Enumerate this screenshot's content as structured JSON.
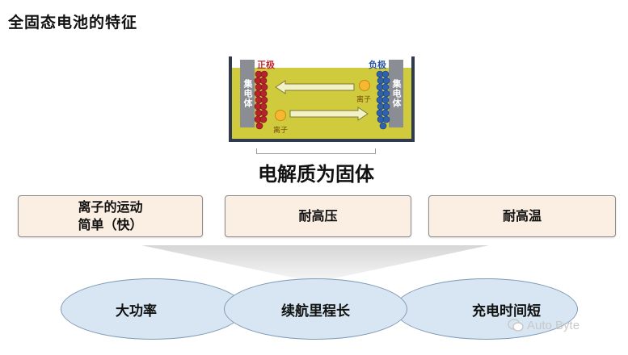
{
  "title": "全固态电池的特征",
  "diagram": {
    "positive_label": "正极",
    "negative_label": "负极",
    "collector_label": "集电体",
    "ion_label": "离子",
    "subtitle": "电解质为固体"
  },
  "features": [
    {
      "line1": "离子的运动",
      "line2": "简单（快）"
    },
    {
      "label": "耐高压"
    },
    {
      "label": "耐高温"
    }
  ],
  "results": [
    "大功率",
    "续航里程长",
    "充电时间短"
  ],
  "watermark": "Auto Byte",
  "colors": {
    "electrolyte": "#cfcb3c",
    "positive": "#c0282f",
    "negative": "#2855a3",
    "box_fill": "#fbeee2",
    "ellipse_fill": "#d7e6f2"
  }
}
